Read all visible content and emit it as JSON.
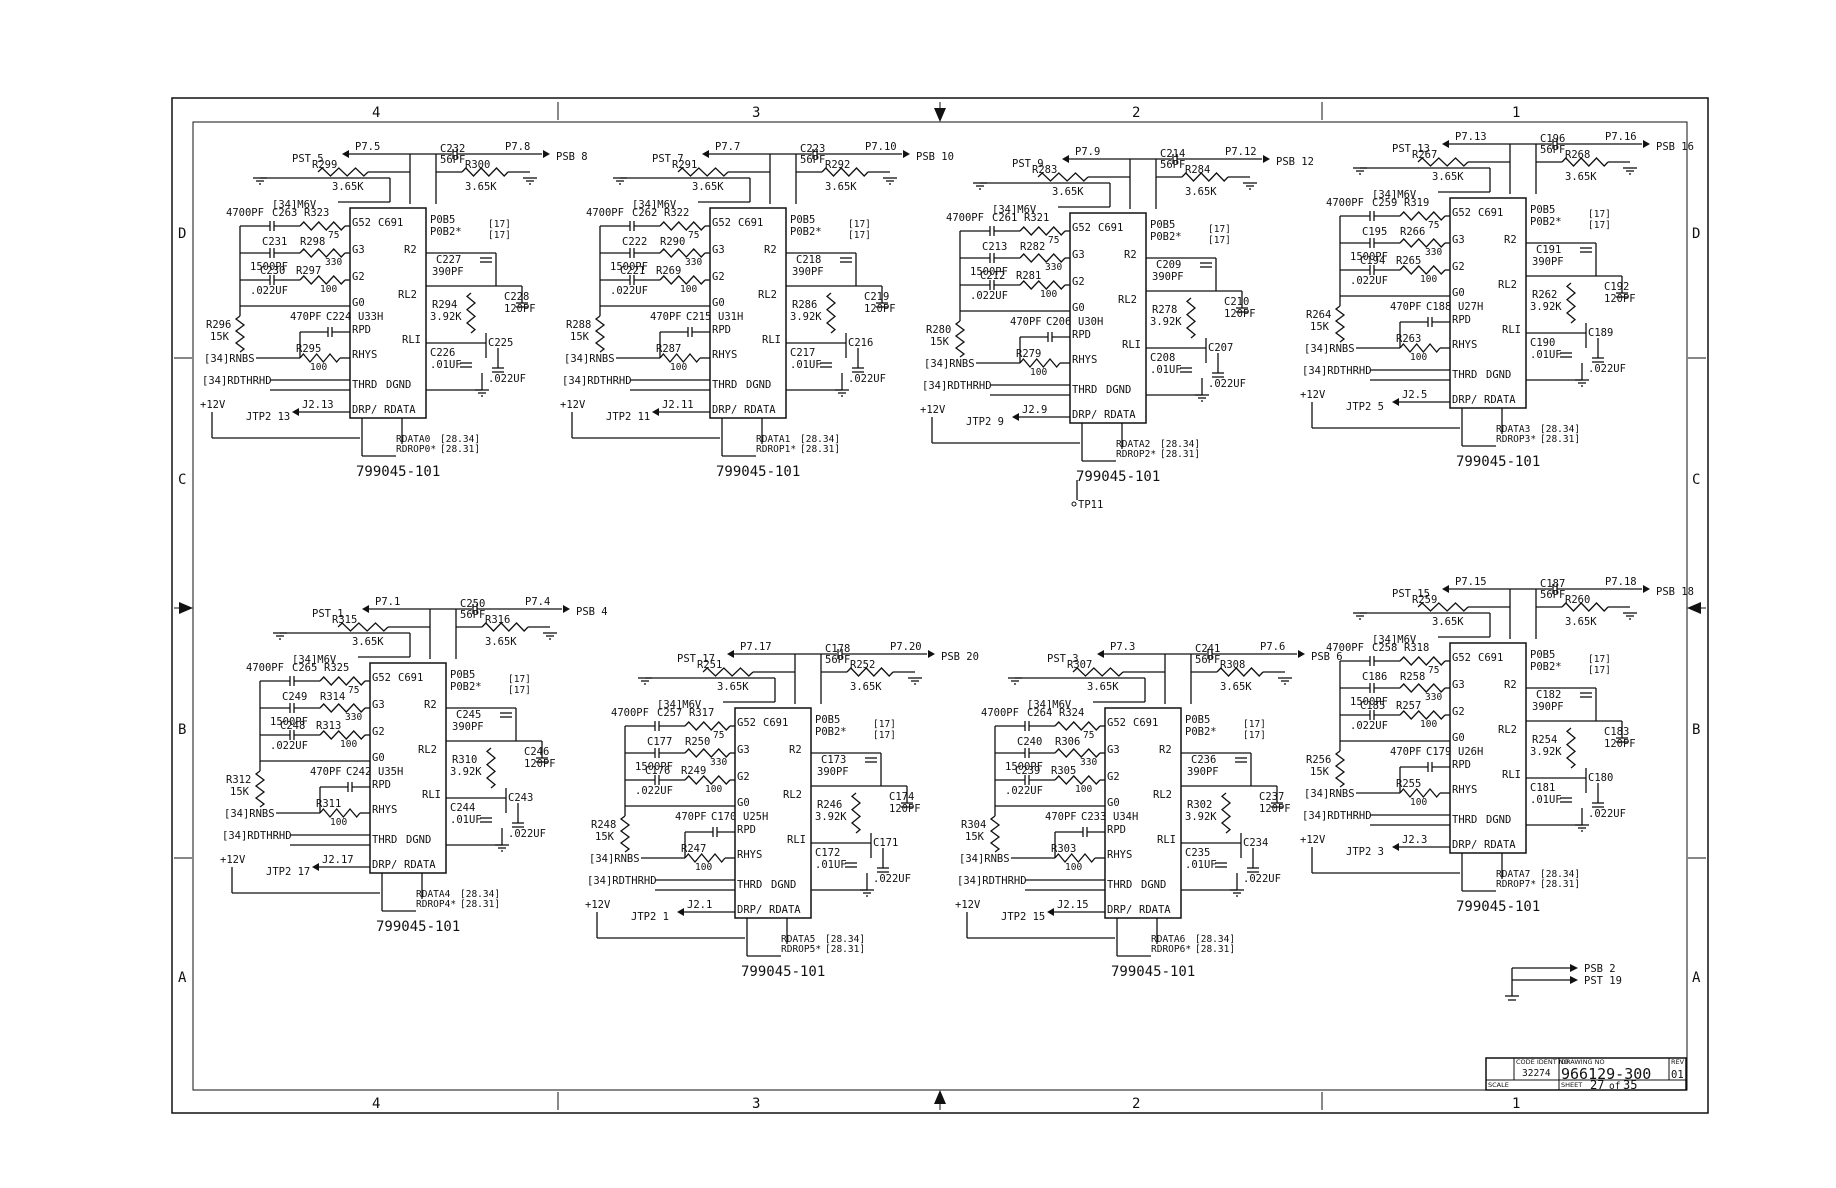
{
  "border": {
    "col_labels": [
      "4",
      "3",
      "2",
      "1"
    ],
    "row_labels": [
      "D",
      "C",
      "B",
      "A"
    ]
  },
  "title_block": {
    "code_ident_label": "CODE IDENT NO",
    "code_ident": "32274",
    "drawing_no_label": "DRAWING NO",
    "drawing_no": "966129-300",
    "rev_label": "REV",
    "rev": "01",
    "scale_label": "SCALE",
    "sheet_label": "SHEET",
    "sheet_value": "27",
    "sheet_of": "of",
    "sheet_total": "35"
  },
  "common": {
    "m6v": "[34]M6V",
    "rnbs": "[34]RNBS",
    "rdthrhd": "[34]RDTHRHD",
    "p12v": "+12V",
    "part": "799045-101",
    "ic_type": "C691",
    "val_56pf": "56PF",
    "val_365k": "3.65K",
    "val_4700pf": "4700PF",
    "val_1500pf": "1500PF",
    "val_022uf": ".022UF",
    "val_470pf": "470PF",
    "val_75": "75",
    "val_330": "330",
    "val_100": "100",
    "val_15k": "15K",
    "val_390pf": "390PF",
    "val_120pf": "120PF",
    "val_392k": "3.92K",
    "val_01uf": ".01UF",
    "pin_g52": "G52",
    "pin_g3": "G3",
    "pin_g2": "G2",
    "pin_g0": "G0",
    "pin_rpd": "RPD",
    "pin_rhys": "RHYS",
    "pin_thrd": "THRD",
    "pin_drp": "DRP/",
    "pin_r2": "R2",
    "pin_rl2": "RL2",
    "pin_rli": "RLI",
    "pin_dgnd": "DGND",
    "pin_rdata": "RDATA",
    "pin_p0bs": "P0B5",
    "pin_p0b2": "P0B2*",
    "ref17": "[17]",
    "ref2834": "[28.34]",
    "ref2831": "[28.31]"
  },
  "circuits": [
    {
      "pst": "PST 5",
      "p_left": "P7.5",
      "p_right": "P7.8",
      "psb": "PSB 8",
      "ic": "U33H",
      "c_main": "C232",
      "r_left": "R299",
      "r_right": "R300",
      "c_4700": "C263",
      "r_75": "R323",
      "c_1500": "C231",
      "r_330": "R298",
      "c_022": "C230",
      "r_100": "R297",
      "r_15k": "R296",
      "c_470": "C224",
      "r_hys": "R295",
      "c_390": "C227",
      "c_120": "C228",
      "r_392": "R294",
      "c_01": "C226",
      "c_022b": "C225",
      "jtp": "JTP2 13",
      "j": "J2.13",
      "rdata": "RDATA0",
      "rdrop": "RDROP0*"
    },
    {
      "pst": "PST 7",
      "p_left": "P7.7",
      "p_right": "P7.10",
      "psb": "PSB 10",
      "ic": "U31H",
      "c_main": "C223",
      "r_left": "R291",
      "r_right": "R292",
      "c_4700": "C262",
      "r_75": "R322",
      "c_1500": "C222",
      "r_330": "R290",
      "c_022": "C221",
      "r_100": "R269",
      "r_15k": "R288",
      "c_470": "C215",
      "r_hys": "R287",
      "c_390": "C218",
      "c_120": "C219",
      "r_392": "R286",
      "c_01": "C217",
      "c_022b": "C216",
      "jtp": "JTP2 11",
      "j": "J2.11",
      "rdata": "RDATA1",
      "rdrop": "RDROP1*"
    },
    {
      "pst": "PST 9",
      "p_left": "P7.9",
      "p_right": "P7.12",
      "psb": "PSB 12",
      "ic": "U30H",
      "c_main": "C214",
      "r_left": "R283",
      "r_right": "R284",
      "c_4700": "C261",
      "r_75": "R321",
      "c_1500": "C213",
      "r_330": "R282",
      "c_022": "C212",
      "r_100": "R281",
      "r_15k": "R280",
      "c_470": "C206",
      "r_hys": "R279",
      "c_390": "C209",
      "c_120": "C210",
      "r_392": "R278",
      "c_01": "C208",
      "c_022b": "C207",
      "jtp": "JTP2 9",
      "j": "J2.9",
      "rdata": "RDATA2",
      "rdrop": "RDROP2*"
    },
    {
      "pst": "PST 13",
      "p_left": "P7.13",
      "p_right": "P7.16",
      "psb": "PSB 16",
      "ic": "U27H",
      "c_main": "C196",
      "r_left": "R267",
      "r_right": "R268",
      "c_4700": "C259",
      "r_75": "R319",
      "c_1500": "C195",
      "r_330": "R266",
      "c_022": "C194",
      "r_100": "R265",
      "r_15k": "R264",
      "c_470": "C188",
      "r_hys": "R263",
      "c_390": "C191",
      "c_120": "C192",
      "r_392": "R262",
      "c_01": "C190",
      "c_022b": "C189",
      "jtp": "JTP2 5",
      "j": "J2.5",
      "rdata": "RDATA3",
      "rdrop": "RDROP3*"
    },
    {
      "pst": "PST 1",
      "p_left": "P7.1",
      "p_right": "P7.4",
      "psb": "PSB 4",
      "ic": "U35H",
      "c_main": "C250",
      "r_left": "R315",
      "r_right": "R316",
      "c_4700": "C265",
      "r_75": "R325",
      "c_1500": "C249",
      "r_330": "R314",
      "c_022": "C248",
      "r_100": "R313",
      "r_15k": "R312",
      "c_470": "C242",
      "r_hys": "R311",
      "c_390": "C245",
      "c_120": "C246",
      "r_392": "R310",
      "c_01": "C244",
      "c_022b": "C243",
      "jtp": "JTP2 17",
      "j": "J2.17",
      "rdata": "RDATA4",
      "rdrop": "RDROP4*"
    },
    {
      "pst": "PST 17",
      "p_left": "P7.17",
      "p_right": "P7.20",
      "psb": "PSB 20",
      "ic": "U25H",
      "c_main": "C178",
      "r_left": "R251",
      "r_right": "R252",
      "c_4700": "C257",
      "r_75": "R317",
      "c_1500": "C177",
      "r_330": "R250",
      "c_022": "C176",
      "r_100": "R249",
      "r_15k": "R248",
      "c_470": "C170",
      "r_hys": "R247",
      "c_390": "C173",
      "c_120": "C174",
      "r_392": "R246",
      "c_01": "C172",
      "c_022b": "C171",
      "jtp": "JTP2 1",
      "j": "J2.1",
      "rdata": "RDATA5",
      "rdrop": "RDROP5*"
    },
    {
      "pst": "PST 3",
      "p_left": "P7.3",
      "p_right": "P7.6",
      "psb": "PSB 6",
      "ic": "U34H",
      "c_main": "C241",
      "r_left": "R307",
      "r_right": "R308",
      "c_4700": "C264",
      "r_75": "R324",
      "c_1500": "C240",
      "r_330": "R306",
      "c_022": "C239",
      "r_100": "R305",
      "r_15k": "R304",
      "c_470": "C233",
      "r_hys": "R303",
      "c_390": "C236",
      "c_120": "C237",
      "r_392": "R302",
      "c_01": "C235",
      "c_022b": "C234",
      "jtp": "JTP2 15",
      "j": "J2.15",
      "rdata": "RDATA6",
      "rdrop": "RDROP6*"
    },
    {
      "pst": "PST 15",
      "p_left": "P7.15",
      "p_right": "P7.18",
      "psb": "PSB 18",
      "ic": "U26H",
      "c_main": "C187",
      "r_left": "R259",
      "r_right": "R260",
      "c_4700": "C258",
      "r_75": "R318",
      "c_1500": "C186",
      "r_330": "R258",
      "c_022": "C185",
      "r_100": "R257",
      "r_15k": "R256",
      "c_470": "C179",
      "r_hys": "R255",
      "c_390": "C182",
      "c_120": "C183",
      "r_392": "R254",
      "c_01": "C181",
      "c_022b": "C180",
      "jtp": "JTP2 3",
      "j": "J2.3",
      "rdata": "RDATA7",
      "rdrop": "RDROP7*"
    }
  ],
  "extras": {
    "tp11": "TP11",
    "psb2": "PSB 2",
    "pst19": "PST 19"
  }
}
